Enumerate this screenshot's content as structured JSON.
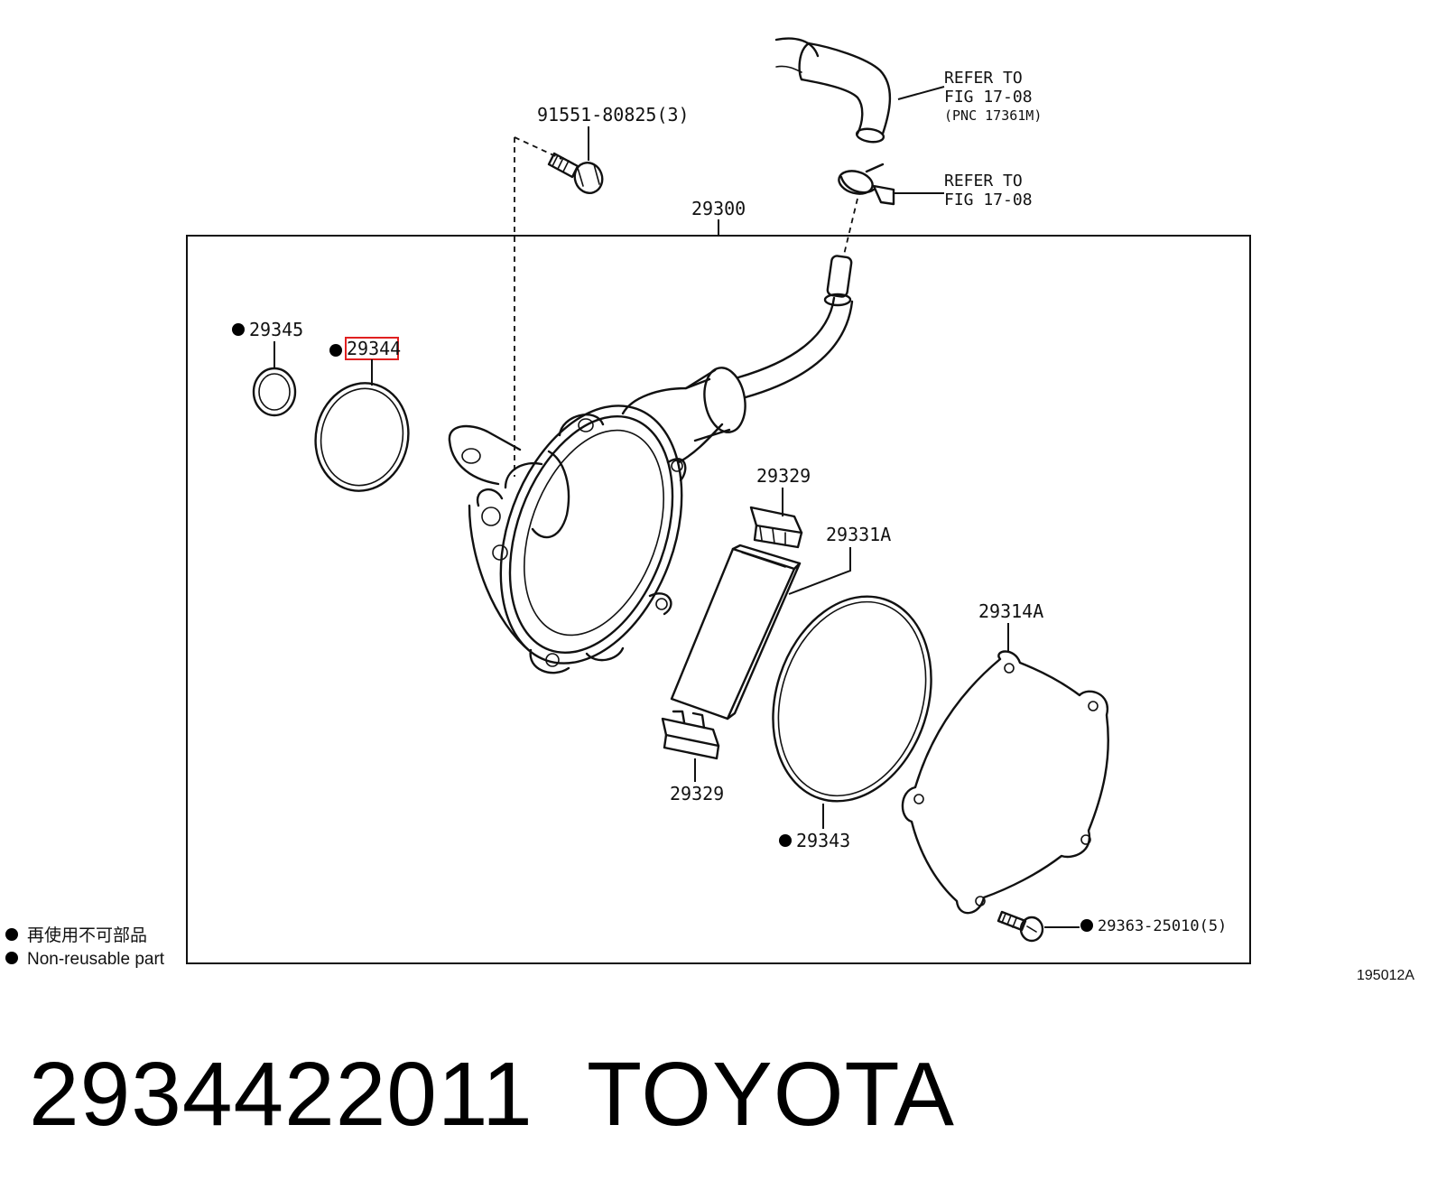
{
  "diagram": {
    "assembly_label": "29300",
    "callouts": {
      "bolt_top": "91551-80825(3)",
      "oring_small": "29345",
      "oring_highlighted": "29344",
      "cap_top": "29329",
      "cap_bottom": "29329",
      "rotor": "29331A",
      "oring_large": "29343",
      "cover_plate": "29314A",
      "screw": "29363-25010(5)"
    },
    "refs": {
      "hose_line1": "REFER TO",
      "hose_line2": "FIG 17-08",
      "hose_line3": "(PNC 17361M)",
      "clamp_line1": "REFER TO",
      "clamp_line2": "FIG 17-08"
    },
    "legend": {
      "jp": "再使用不可部品",
      "en": "Non-reusable part"
    },
    "illustration_code": "195012A",
    "highlight_color": "#e02020"
  },
  "caption": {
    "part_number": "2934422011",
    "brand": "TOYOTA"
  }
}
